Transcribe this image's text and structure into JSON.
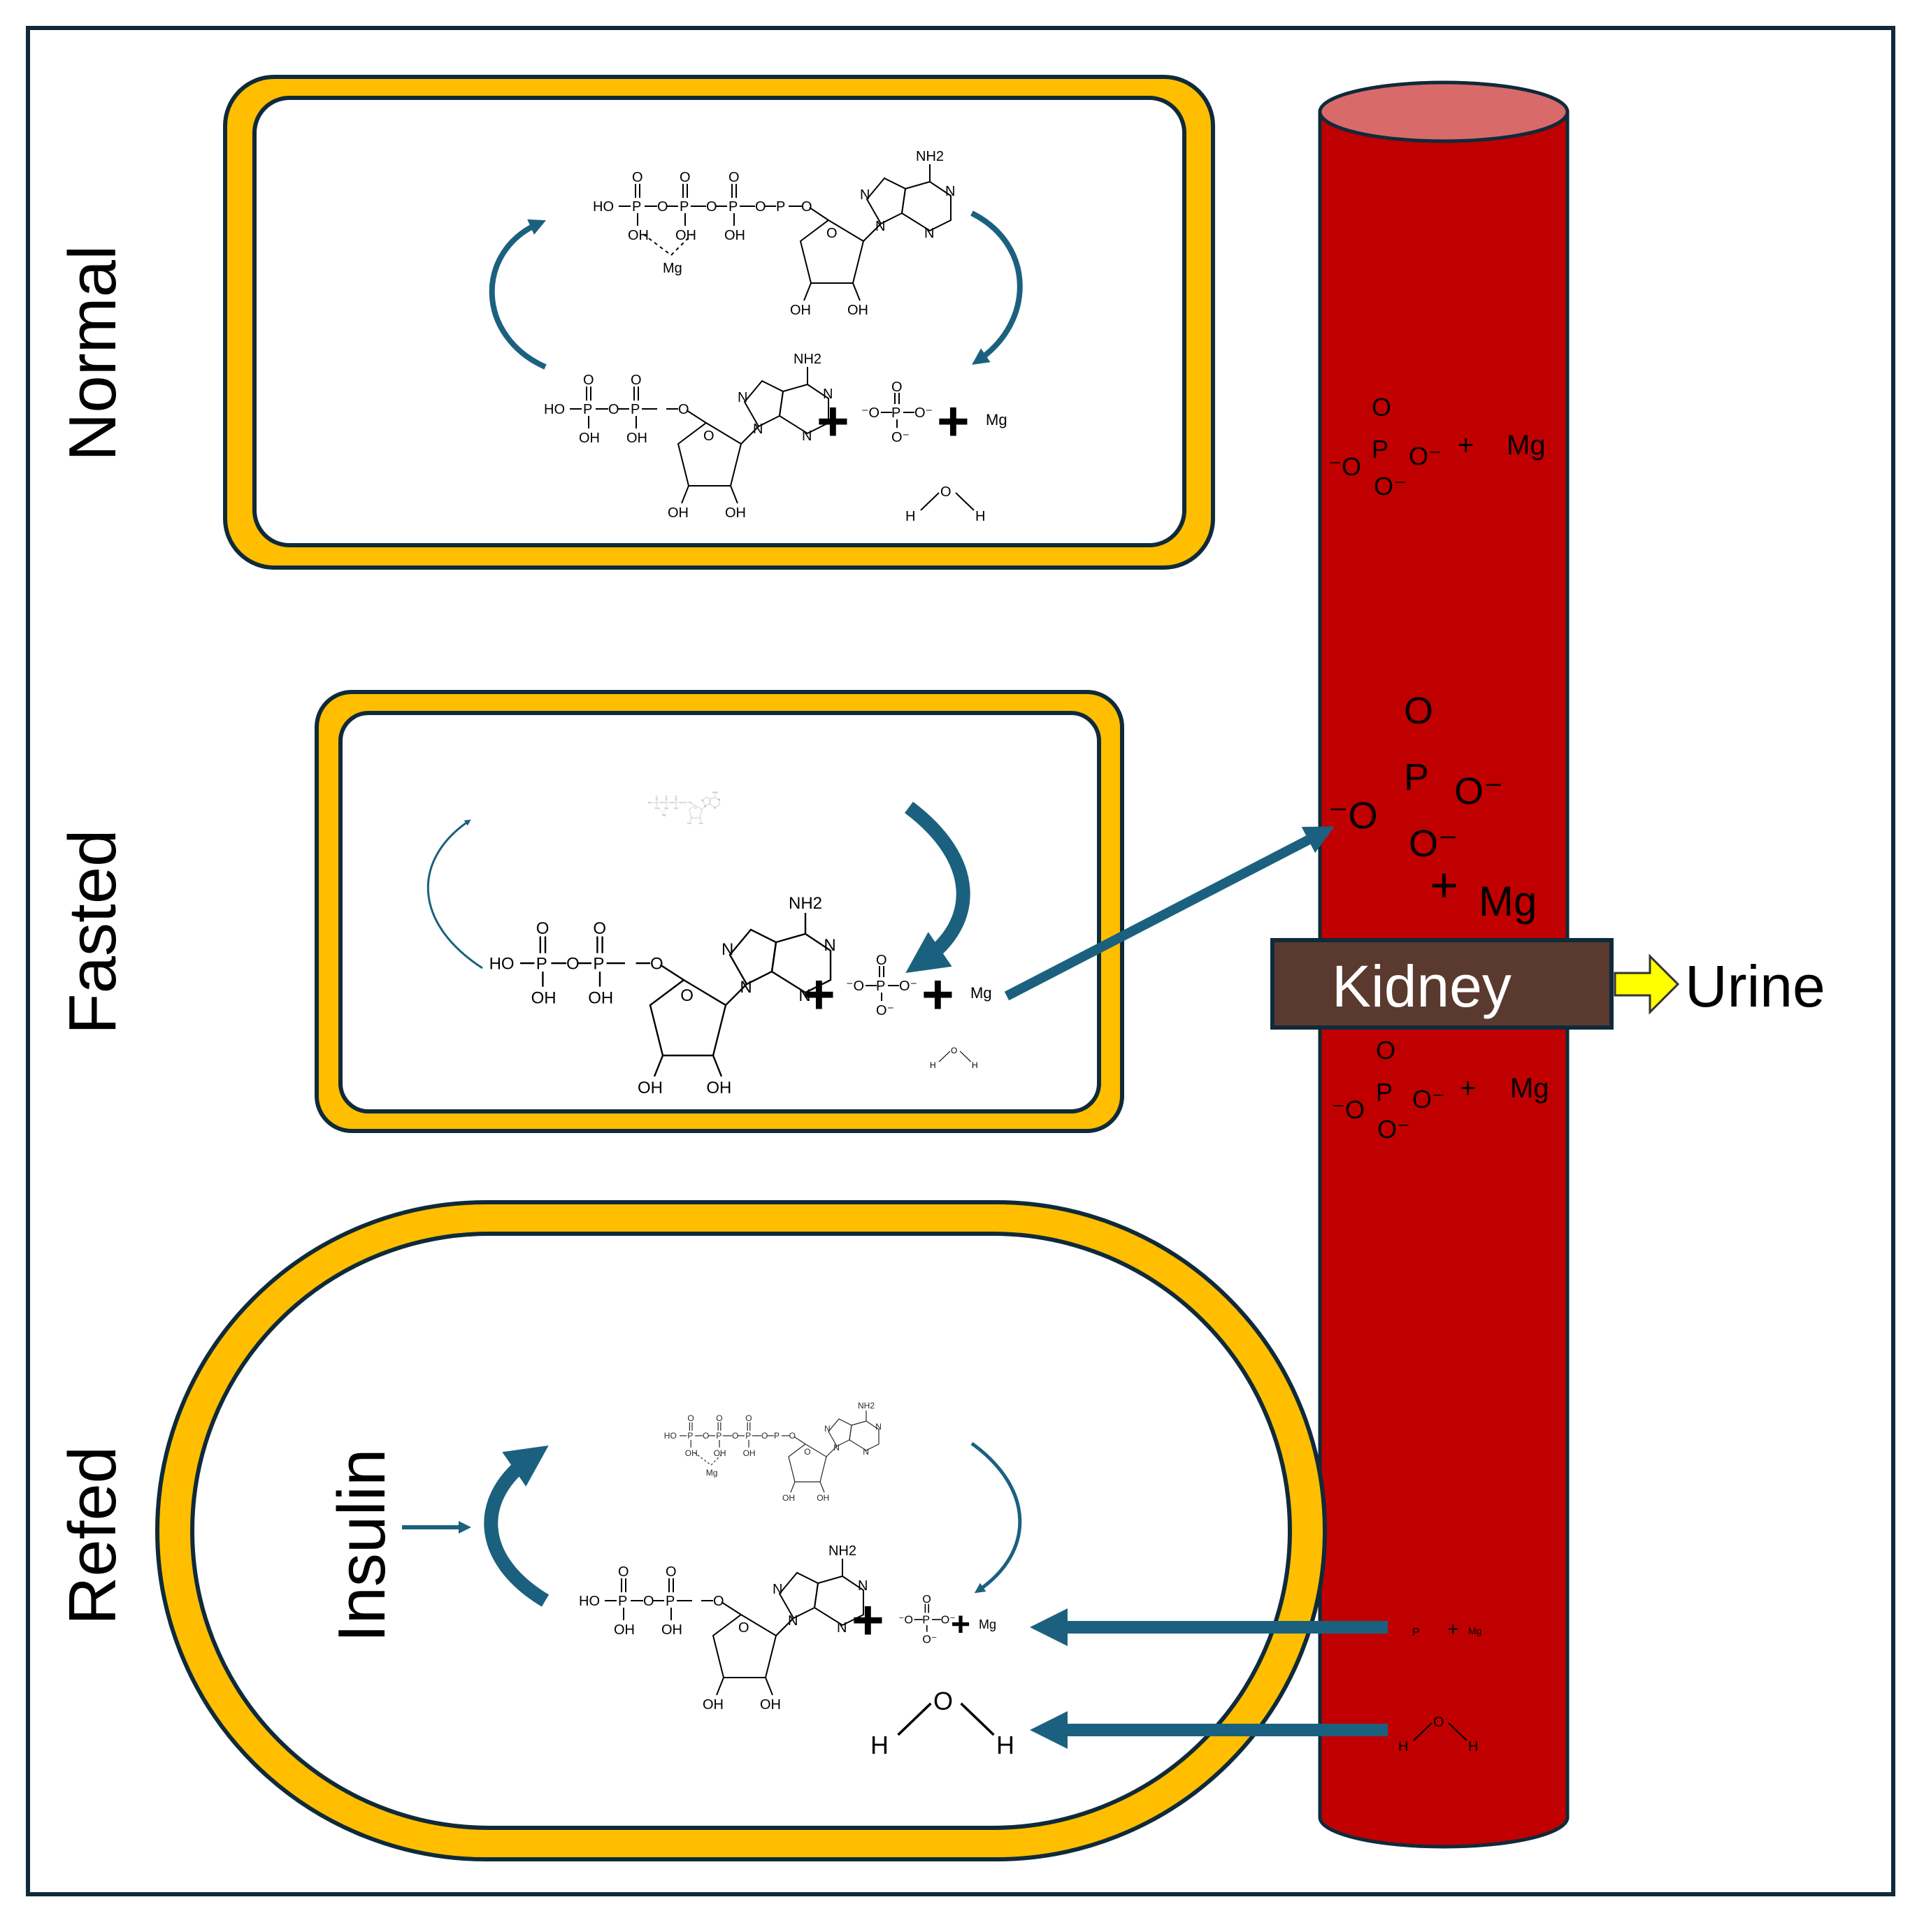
{
  "conditions": {
    "normal": "Normal",
    "fasted": "Fasted",
    "refed": "Refed"
  },
  "insulin": "Insulin",
  "kidney": "Kidney",
  "urine": "Urine",
  "chem": {
    "mg": "Mg",
    "plus": "+",
    "nh2": "NH2",
    "ho": "HO",
    "oh": "OH",
    "o": "O",
    "p": "P",
    "n": "N",
    "h": "H",
    "o_minus": "O⁻",
    "minus_o": "⁻O"
  },
  "colors": {
    "cell_membrane": "#FFBE00",
    "outline": "#0F2A3A",
    "vessel": "#C00000",
    "vessel_top": "#D96A6A",
    "arrow": "#1B617F",
    "kidney_box": "#5A3A2E",
    "urine_arrow": "#FFFF00"
  }
}
